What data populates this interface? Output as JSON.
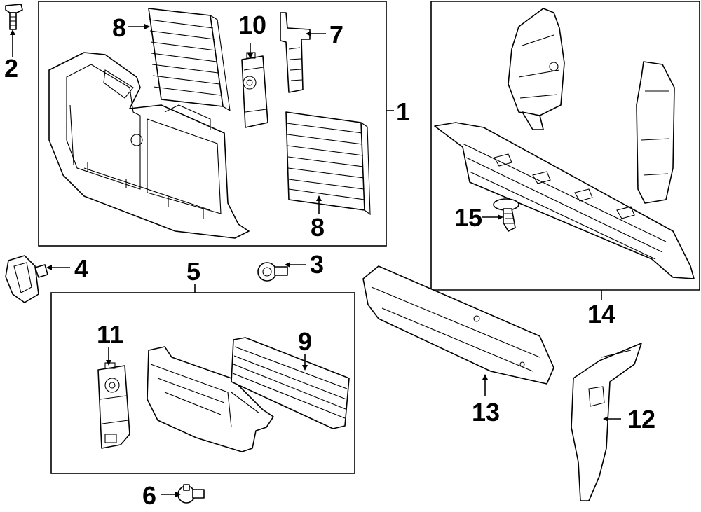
{
  "callouts": [
    {
      "id": "c1",
      "text": "1"
    },
    {
      "id": "c2",
      "text": "2"
    },
    {
      "id": "c3",
      "text": "3"
    },
    {
      "id": "c4",
      "text": "4"
    },
    {
      "id": "c5",
      "text": "5"
    },
    {
      "id": "c6",
      "text": "6"
    },
    {
      "id": "c7",
      "text": "7"
    },
    {
      "id": "c8a",
      "text": "8"
    },
    {
      "id": "c8b",
      "text": "8"
    },
    {
      "id": "c9",
      "text": "9"
    },
    {
      "id": "c10",
      "text": "10"
    },
    {
      "id": "c11",
      "text": "11"
    },
    {
      "id": "c12",
      "text": "12"
    },
    {
      "id": "c13",
      "text": "13"
    },
    {
      "id": "c14",
      "text": "14"
    },
    {
      "id": "c15",
      "text": "15"
    }
  ],
  "labels": {
    "c1": "1",
    "c2": "2",
    "c3": "3",
    "c4": "4",
    "c5": "5",
    "c6": "6",
    "c7": "7",
    "c8a": "8",
    "c8b": "8",
    "c9": "9",
    "c10": "10",
    "c11": "11",
    "c12": "12",
    "c13": "13",
    "c14": "14",
    "c15": "15"
  }
}
